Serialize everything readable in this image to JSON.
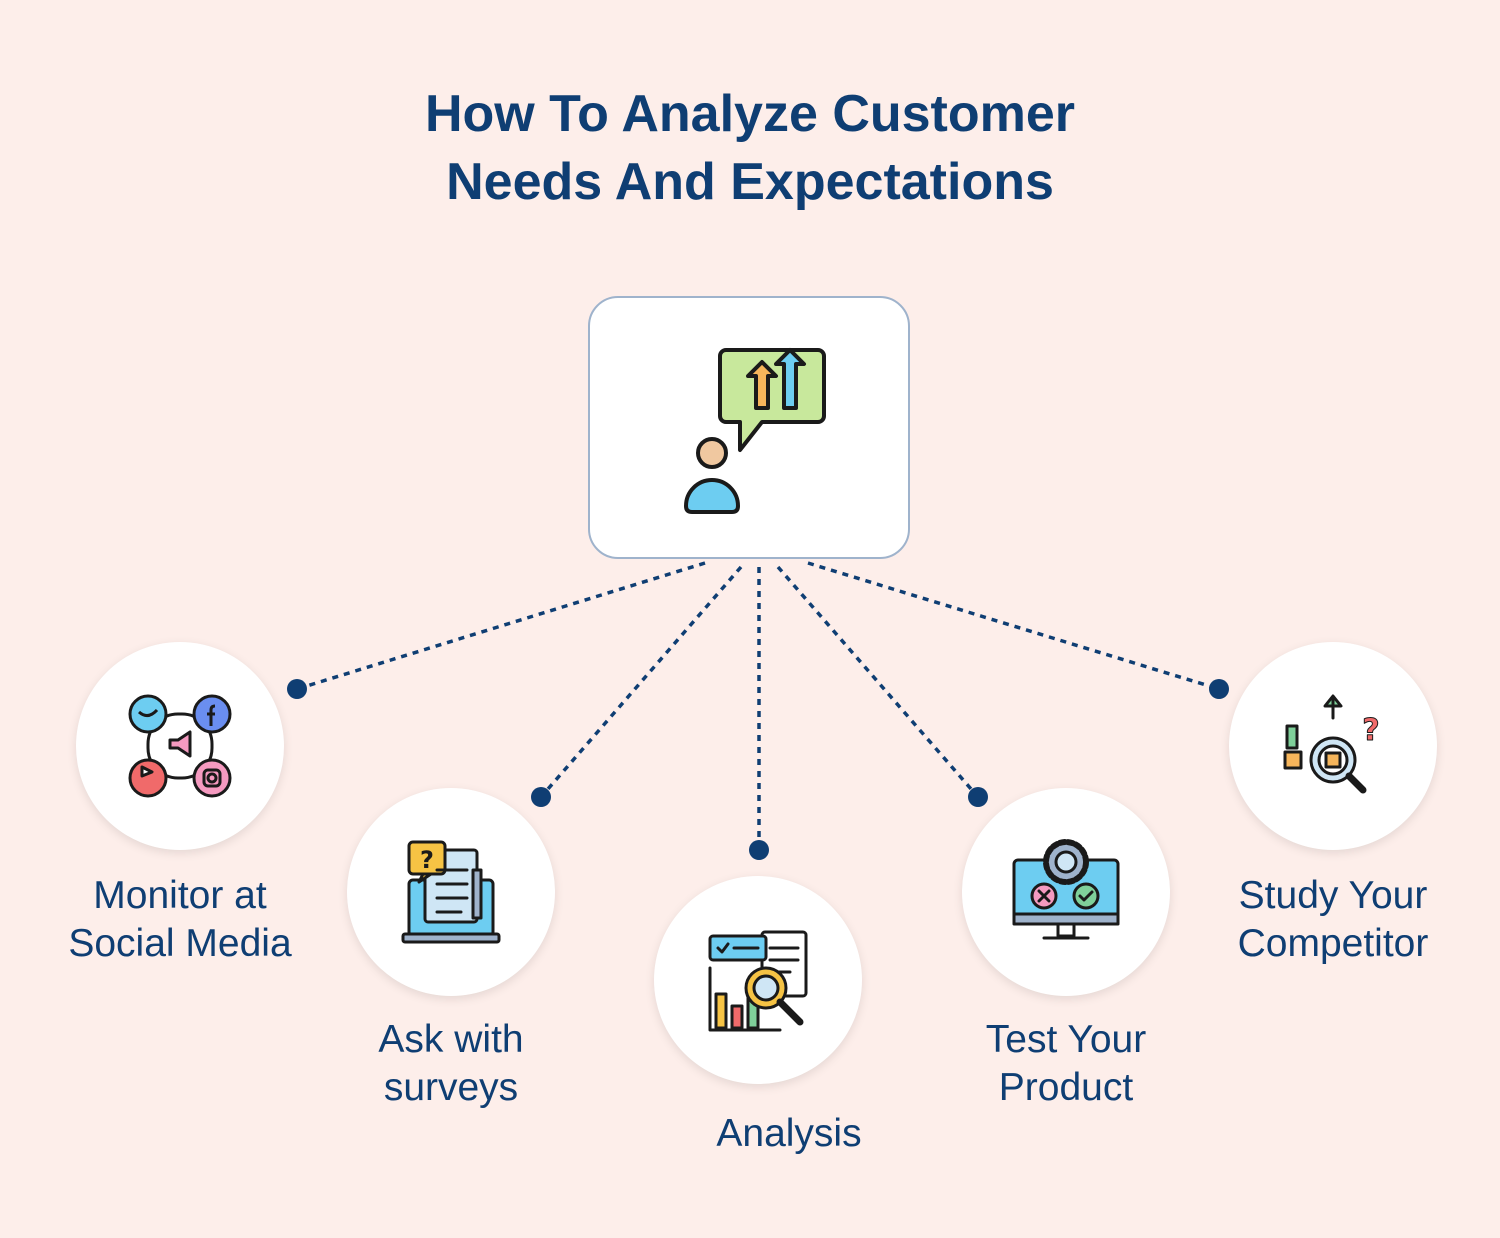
{
  "title": {
    "line1": "How To Analyze Customer",
    "line2": "Needs And Expectations"
  },
  "center": {
    "icon": "customer-feedback-icon"
  },
  "nodes": [
    {
      "id": "social",
      "icon": "social-media-icon",
      "label_line1": "Monitor at",
      "label_line2": "Social Media"
    },
    {
      "id": "surveys",
      "icon": "survey-icon",
      "label_line1": "Ask with",
      "label_line2": "surveys"
    },
    {
      "id": "analysis",
      "icon": "analysis-icon",
      "label_line1": "Analysis",
      "label_line2": ""
    },
    {
      "id": "product",
      "icon": "product-test-icon",
      "label_line1": "Test Your",
      "label_line2": "Product"
    },
    {
      "id": "competitor",
      "icon": "competitor-research-icon",
      "label_line1": "Study Your",
      "label_line2": "Competitor"
    }
  ],
  "colors": {
    "background": "#fdeeea",
    "text": "#0f3e73",
    "connector": "#0f3e73",
    "box_border": "#9fb3cc"
  }
}
